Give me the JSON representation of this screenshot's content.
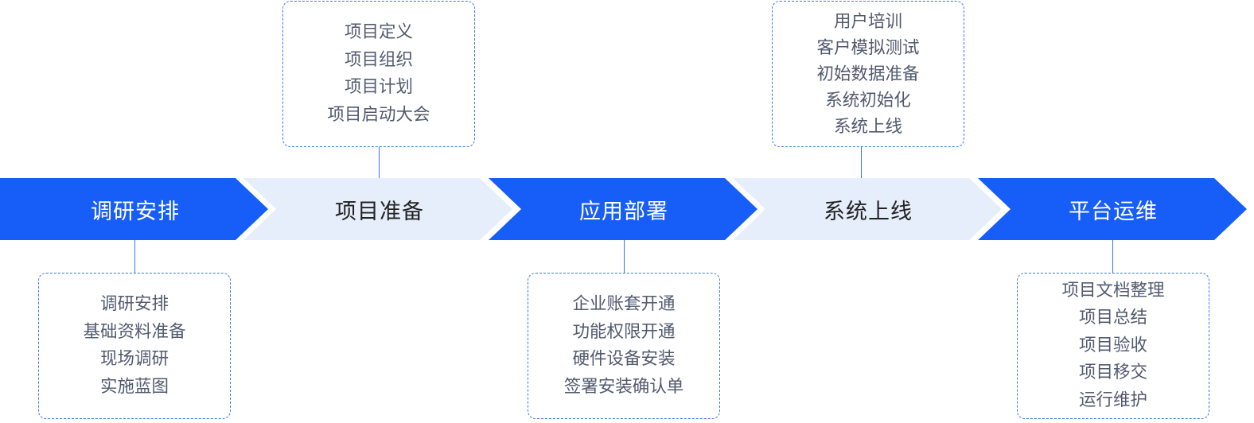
{
  "colors": {
    "accent": "#175df8",
    "light_fill": "#e6edfb",
    "connector": "#3a73f0",
    "box_border": "#3f74ee",
    "item_text": "#505a6e"
  },
  "stages": [
    {
      "label": "调研安排",
      "style": "dark"
    },
    {
      "label": "项目准备",
      "style": "light"
    },
    {
      "label": "应用部署",
      "style": "dark"
    },
    {
      "label": "系统上线",
      "style": "light"
    },
    {
      "label": "平台运维",
      "style": "dark"
    }
  ],
  "boxes": {
    "research": [
      "调研安排",
      "基础资料准备",
      "现场调研",
      "实施蓝图"
    ],
    "preparation": [
      "项目定义",
      "项目组织",
      "项目计划",
      "项目启动大会"
    ],
    "deployment": [
      "企业账套开通",
      "功能权限开通",
      "硬件设备安装",
      "签署安装确认单"
    ],
    "golive": [
      "用户培训",
      "客户模拟测试",
      "初始数据准备",
      "系统初始化",
      "系统上线"
    ],
    "operations": [
      "项目文档整理",
      "项目总结",
      "项目验收",
      "项目移交",
      "运行维护"
    ]
  }
}
